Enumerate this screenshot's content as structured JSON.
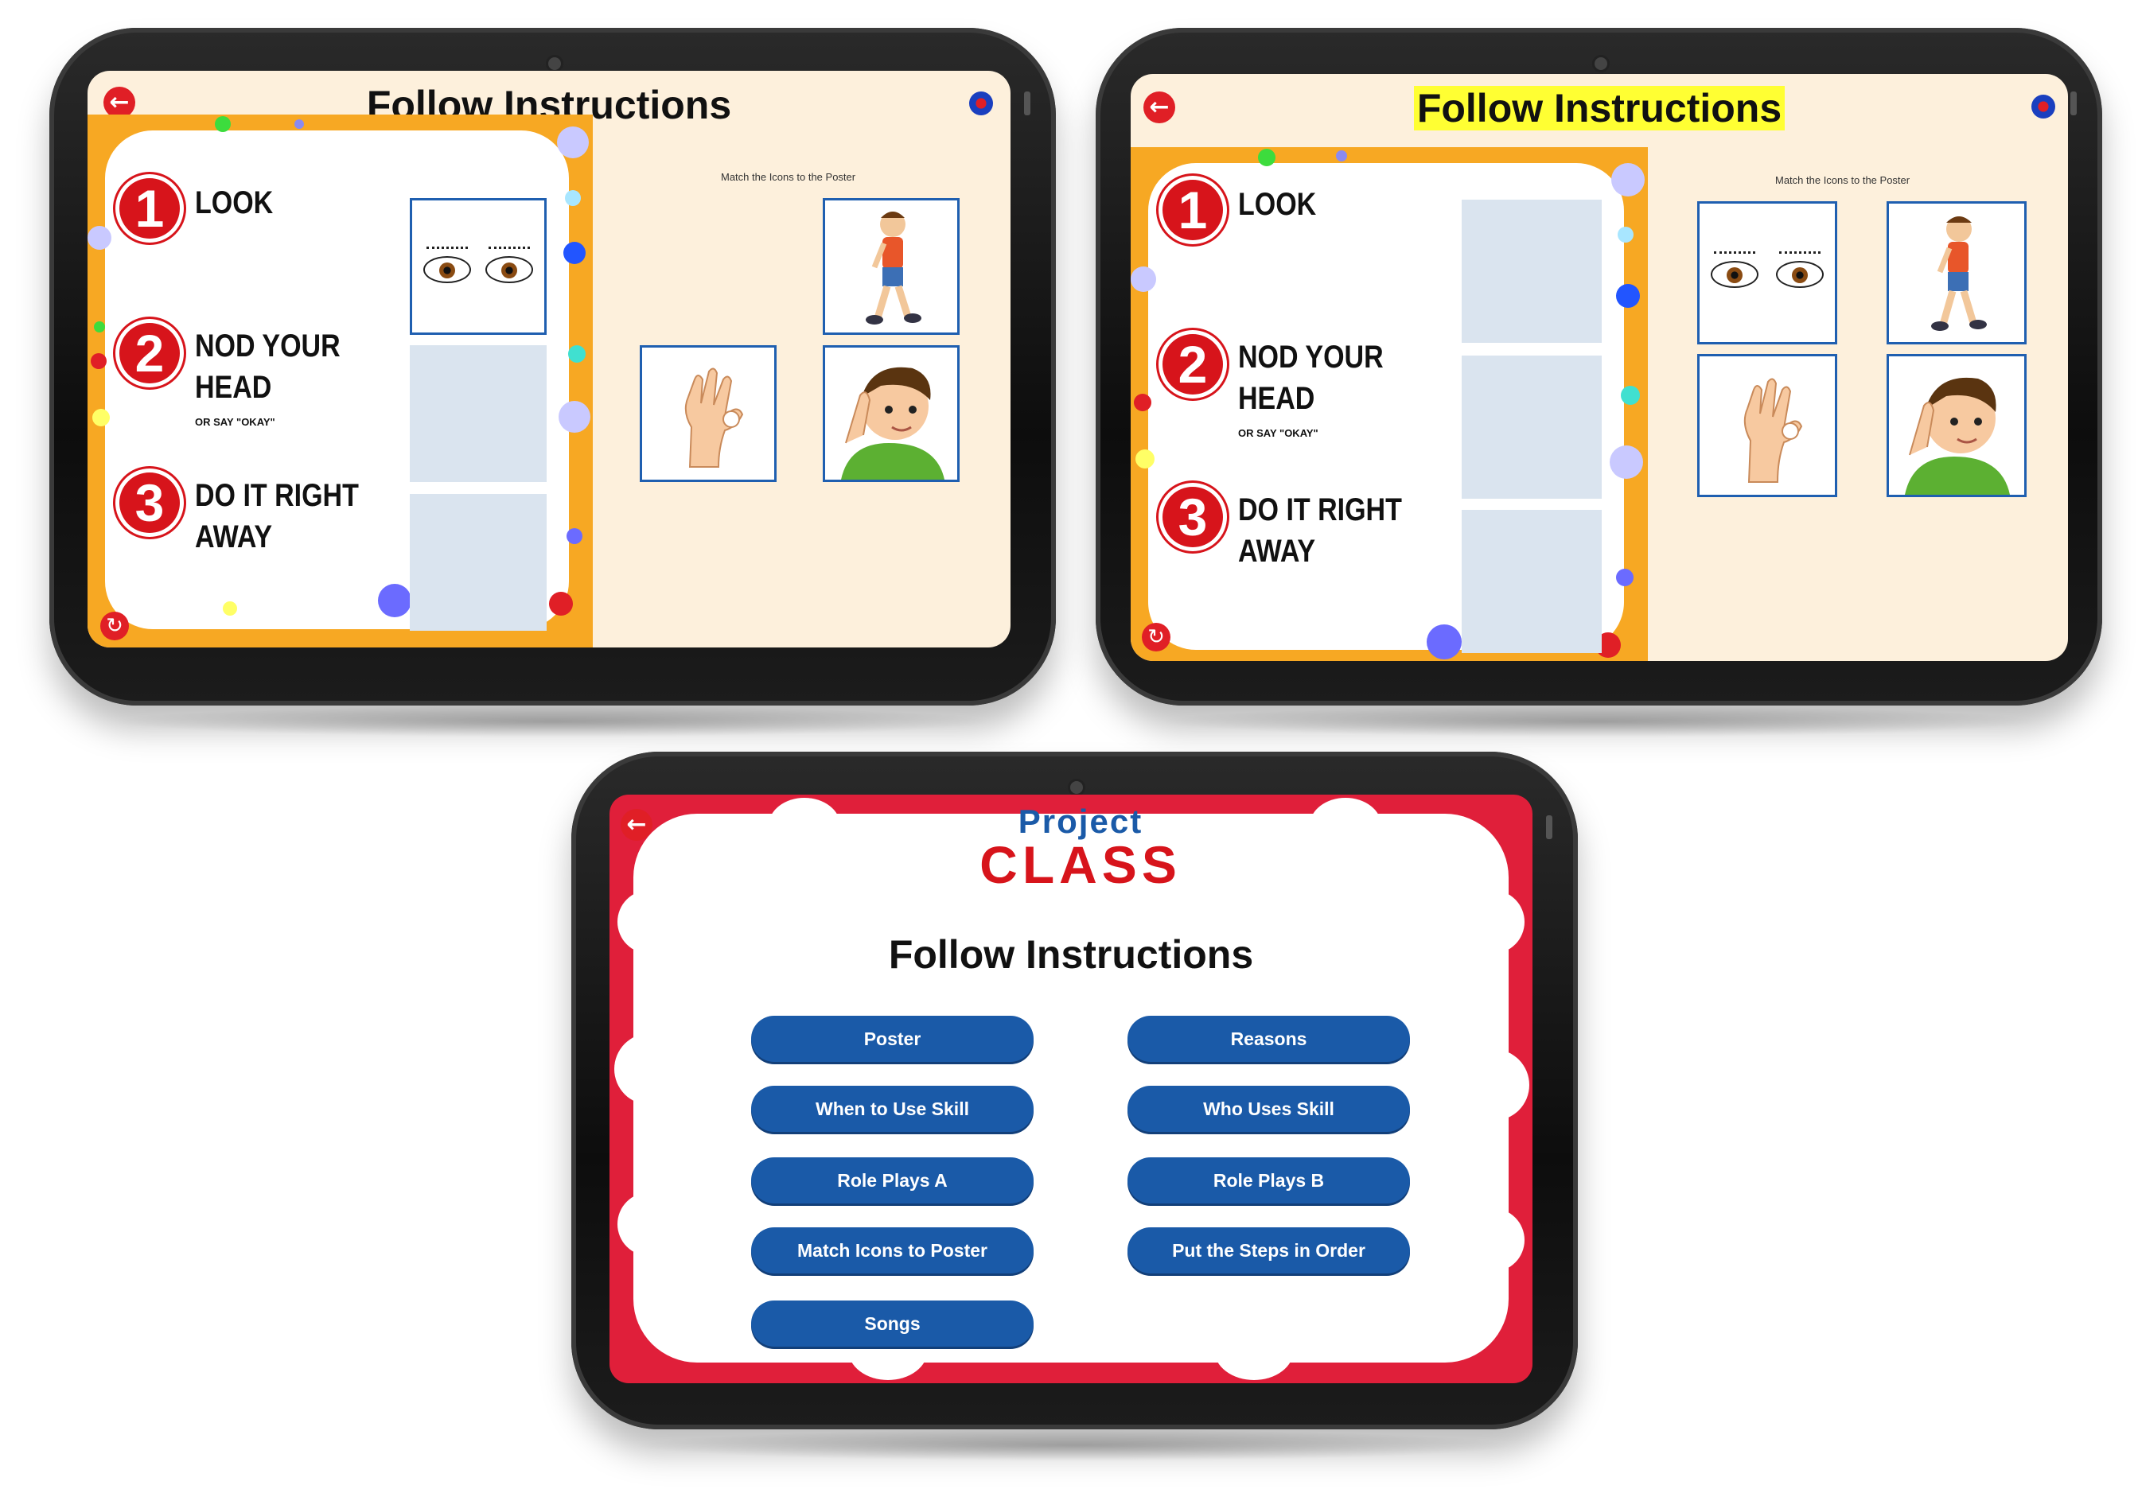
{
  "activity_screen": {
    "title": "Follow Instructions",
    "hint": "Match the Icons to the Poster",
    "steps": [
      {
        "number": "1",
        "label": "LOOK",
        "sub": ""
      },
      {
        "number": "2",
        "label_line1": "NOD YOUR",
        "label_line2": "HEAD",
        "sub": "OR SAY \"OKAY\""
      },
      {
        "number": "3",
        "label_line1": "DO IT RIGHT",
        "label_line2": "AWAY",
        "sub": ""
      }
    ],
    "icons": [
      "eyes-icon",
      "walking-boy-icon",
      "ok-hand-icon",
      "listening-boy-icon"
    ]
  },
  "menu_screen": {
    "logo_top": "Project",
    "logo_bottom": "CLASS",
    "title": "Follow Instructions",
    "buttons": {
      "poster": "Poster",
      "reasons": "Reasons",
      "when": "When to Use Skill",
      "who": "Who Uses Skill",
      "role_a": "Role Plays A",
      "role_b": "Role Plays B",
      "match": "Match Icons to Poster",
      "order": "Put the Steps in Order",
      "songs": "Songs"
    }
  },
  "colors": {
    "poster_orange": "#f7a823",
    "accent_red": "#d7141b",
    "button_blue": "#1a5aa8",
    "highlight_yellow": "#ffff33",
    "screen_bg": "#fdf0dc"
  }
}
